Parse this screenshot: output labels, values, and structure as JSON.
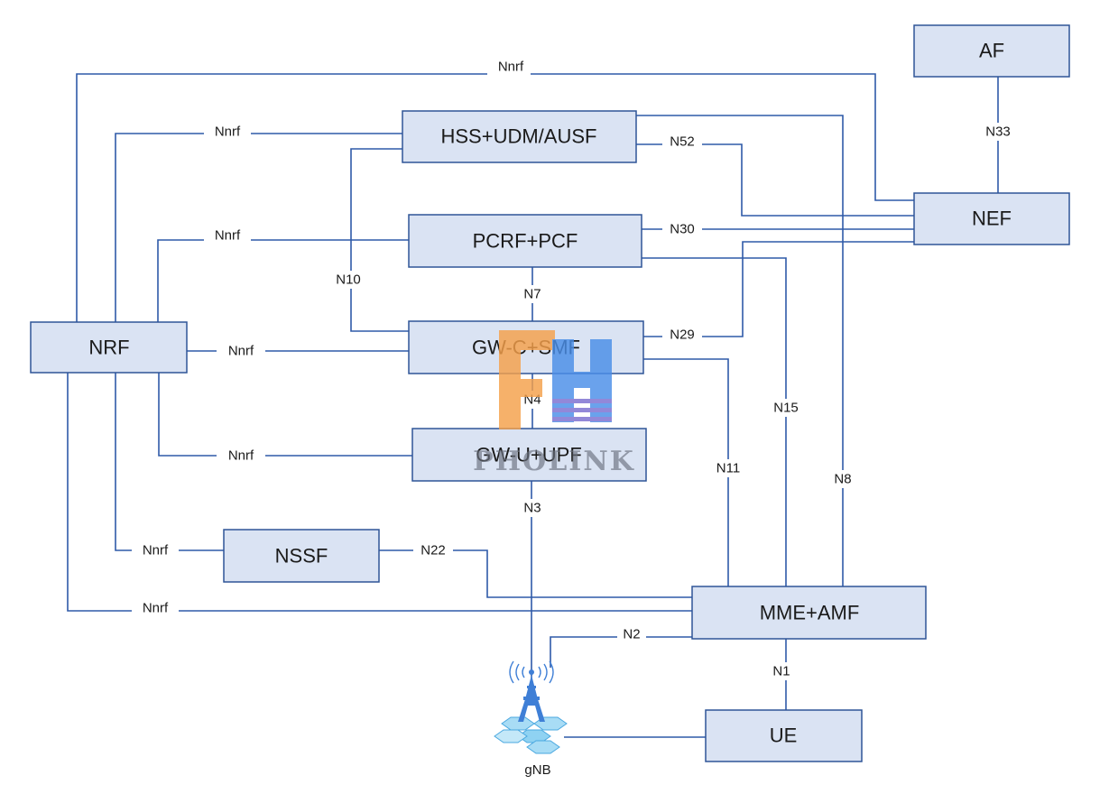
{
  "nodes": {
    "af": "AF",
    "nef": "NEF",
    "hss": "HSS+UDM/AUSF",
    "pcrf": "PCRF+PCF",
    "smf": "GW-C+SMF",
    "upf": "GW-U+UPF",
    "nrf": "NRF",
    "nssf": "NSSF",
    "amf": "MME+AMF",
    "ue": "UE",
    "gnb": "gNB"
  },
  "interfaces": {
    "nrf_nef": "Nnrf",
    "nrf_hss": "Nnrf",
    "nrf_pcrf": "Nnrf",
    "nrf_smf": "Nnrf",
    "nrf_upf": "Nnrf",
    "nrf_nssf": "Nnrf",
    "nrf_amf": "Nnrf",
    "af_nef": "N33",
    "hss_amf_n52": "N52",
    "pcrf_amf_n30": "N30",
    "smf_nef_n29": "N29",
    "hss_smf_n10": "N10",
    "pcrf_smf_n7": "N7",
    "smf_upf_n4": "N4",
    "upf_gnb_n3": "N3",
    "smf_amf_n11": "N11",
    "pcrf_amf_n15": "N15",
    "hss_amf_n8": "N8",
    "nssf_amf_n22": "N22",
    "gnb_amf_n2": "N2",
    "ue_amf_n1": "N1"
  },
  "watermark": {
    "text": "PHOLINK",
    "colors": {
      "orange": "#f5a04a",
      "blue": "#4a8ee8",
      "purple": "#7b6fd0"
    }
  },
  "colors": {
    "box_fill": "#dae3f3",
    "box_border": "#2f5597",
    "line": "#2f5aa8"
  }
}
